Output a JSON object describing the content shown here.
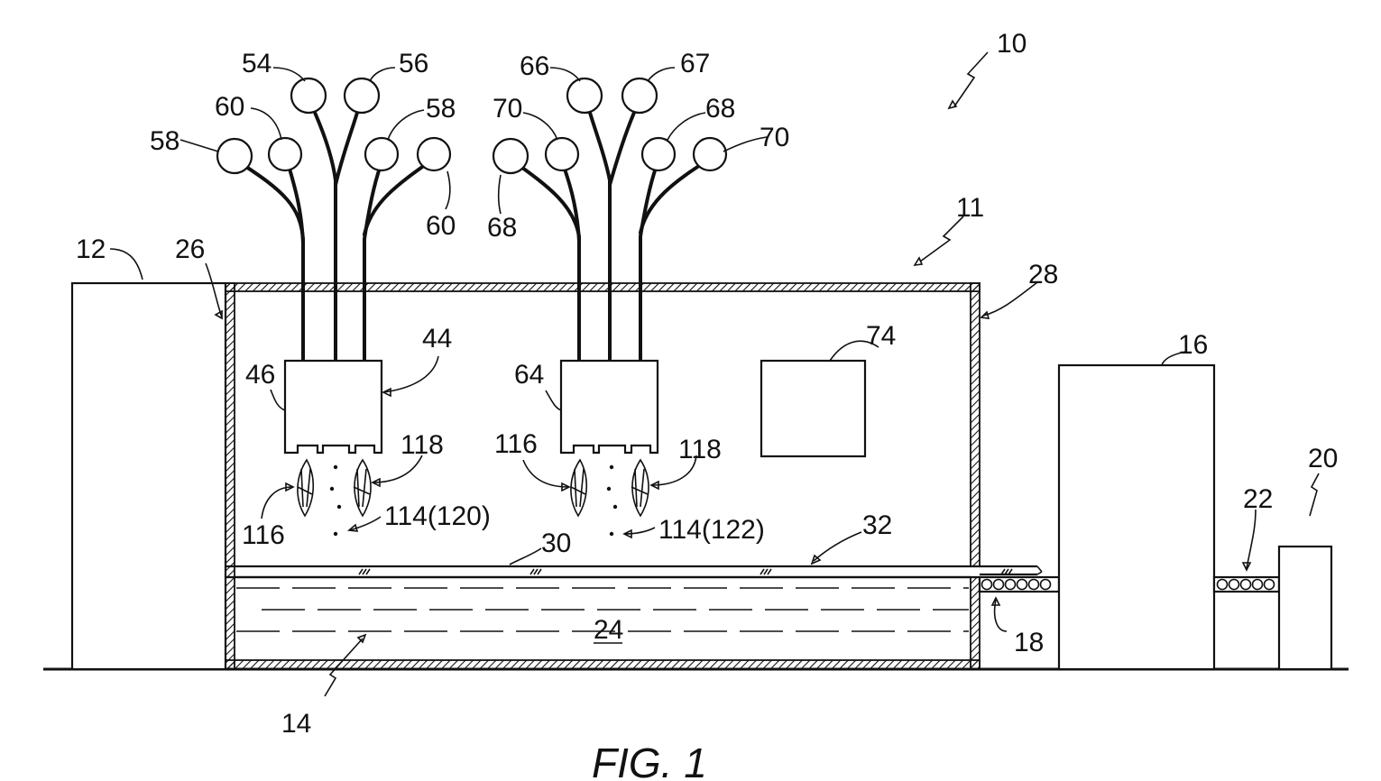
{
  "figure": {
    "caption": "FIG. 1",
    "labels": {
      "l10": "10",
      "l11": "11",
      "l12": "12",
      "l14": "14",
      "l16": "16",
      "l18": "18",
      "l20": "20",
      "l22": "22",
      "l24": "24",
      "l26": "26",
      "l28": "28",
      "l30": "30",
      "l32": "32",
      "l44": "44",
      "l46": "46",
      "l54": "54",
      "l56": "56",
      "l58a": "58",
      "l58b": "58",
      "l60a": "60",
      "l60b": "60",
      "l64": "64",
      "l66": "66",
      "l67": "67",
      "l68a": "68",
      "l68b": "68",
      "l70a": "70",
      "l70b": "70",
      "l74": "74",
      "l116a": "116",
      "l116b": "116",
      "l118a": "118",
      "l118b": "118",
      "l114a": "114(120)",
      "l114b": "114(122)"
    }
  }
}
